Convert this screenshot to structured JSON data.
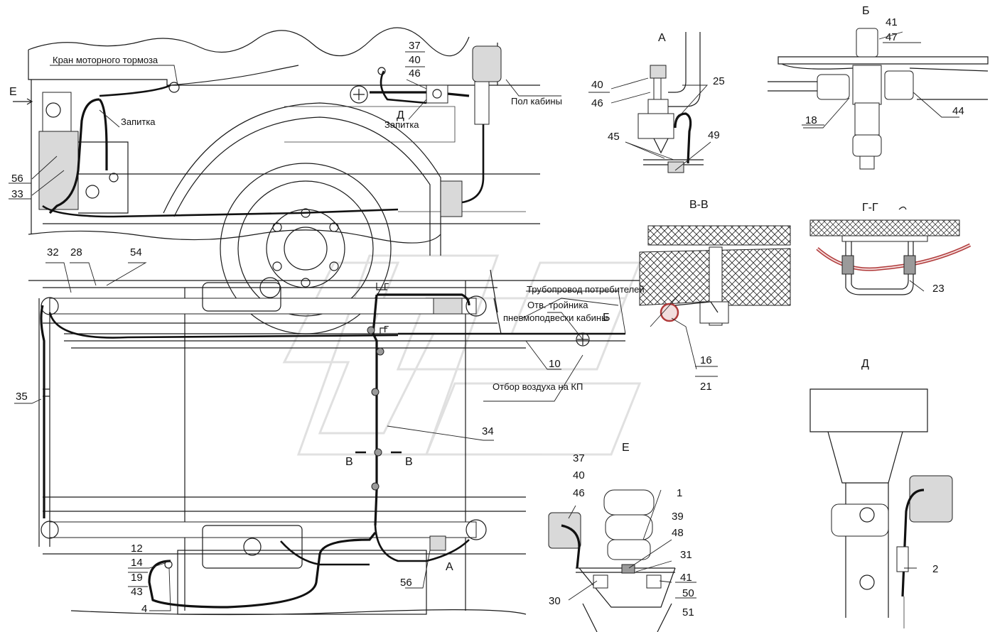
{
  "notes": {
    "engine_brake_valve": "Кран моторного тормоза",
    "feed_1": "Запитка",
    "feed_2": "Запитка",
    "cab_floor": "Пол кабины",
    "consumer_pipeline": "Трубопровод потребителей",
    "tee_outlet_line1": "Отв. тройника",
    "tee_outlet_line2": "пневмоподвески кабины",
    "gearbox_air": "Отбор воздуха на КП"
  },
  "view_labels": {
    "e_arrow": "Е",
    "a": "А",
    "b": "Б",
    "vv": "В-В",
    "gg": "Г-Г",
    "d": "Д",
    "e": "Е",
    "d_marker": "Д",
    "g_marker_top": "Г",
    "g_marker_bottom": "Г",
    "b_marker": "Б",
    "v_left": "В",
    "v_right": "В",
    "a_marker": "А"
  },
  "callouts": {
    "c56_top": "56",
    "c33": "33",
    "c37_top": "37",
    "c40_top": "40",
    "c46_top": "46",
    "c32": "32",
    "c28": "28",
    "c54": "54",
    "c35": "35",
    "c10": "10",
    "c34": "34",
    "c12": "12",
    "c14": "14",
    "c19": "19",
    "c43": "43",
    "c4": "4",
    "c56_bottom": "56",
    "a40": "40",
    "a46": "46",
    "a25": "25",
    "a45": "45",
    "a49": "49",
    "b41": "41",
    "b47": "47",
    "b18": "18",
    "b44": "44",
    "v16": "16",
    "v21": "21",
    "g23": "23",
    "d2": "2",
    "e37": "37",
    "e40": "40",
    "e46": "46",
    "e1": "1",
    "e39": "39",
    "e48": "48",
    "e31": "31",
    "e41": "41",
    "e50": "50",
    "e51": "51",
    "e30": "30"
  },
  "colors": {
    "line": "#1a1a1a",
    "watermark": "#c8c8c8",
    "hose_red": "#b03a3a"
  }
}
